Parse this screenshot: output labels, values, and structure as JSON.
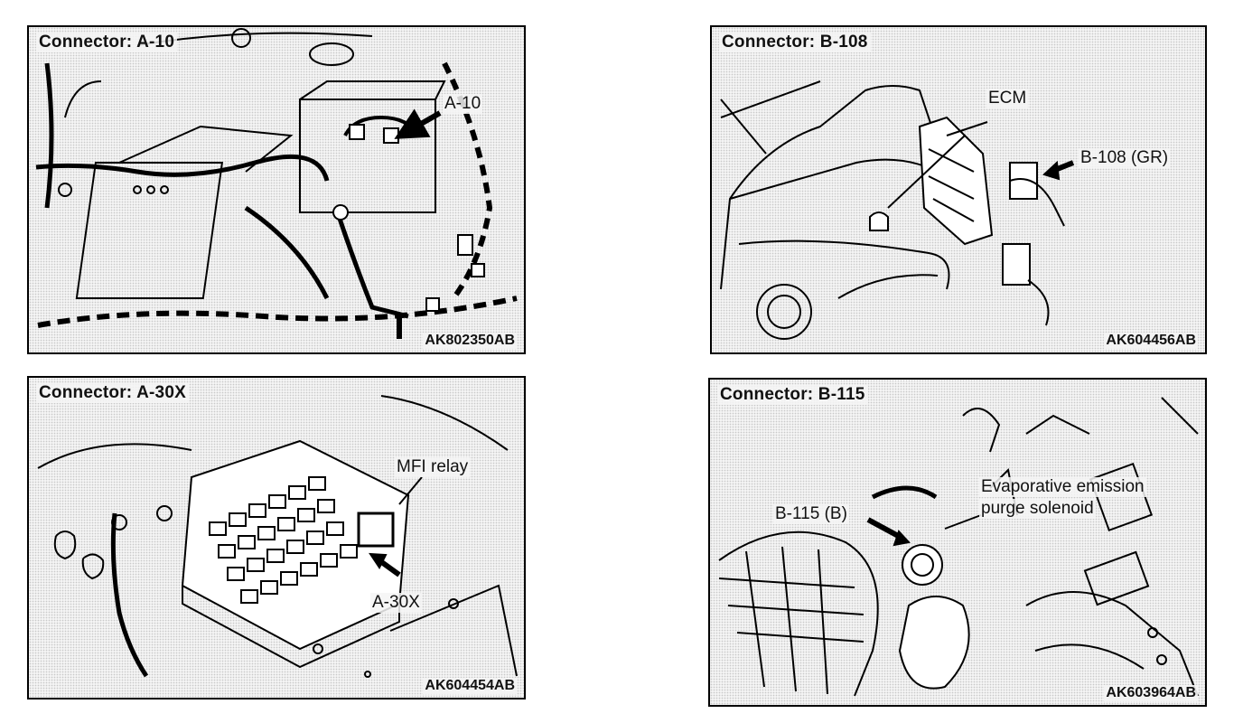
{
  "panels": [
    {
      "title": "Connector: A-10",
      "code": "AK802350AB",
      "callouts": [
        "A-10"
      ]
    },
    {
      "title": "Connector: B-108",
      "code": "AK604456AB",
      "callouts": [
        "ECM",
        "B-108 (GR)"
      ]
    },
    {
      "title": "Connector: A-30X",
      "code": "AK604454AB",
      "callouts": [
        "MFI relay",
        "A-30X"
      ]
    },
    {
      "title": "Connector: B-115",
      "code": "AK603964AB",
      "callouts": [
        "Evaporative emission",
        "purge solenoid",
        "B-115 (B)"
      ]
    }
  ]
}
